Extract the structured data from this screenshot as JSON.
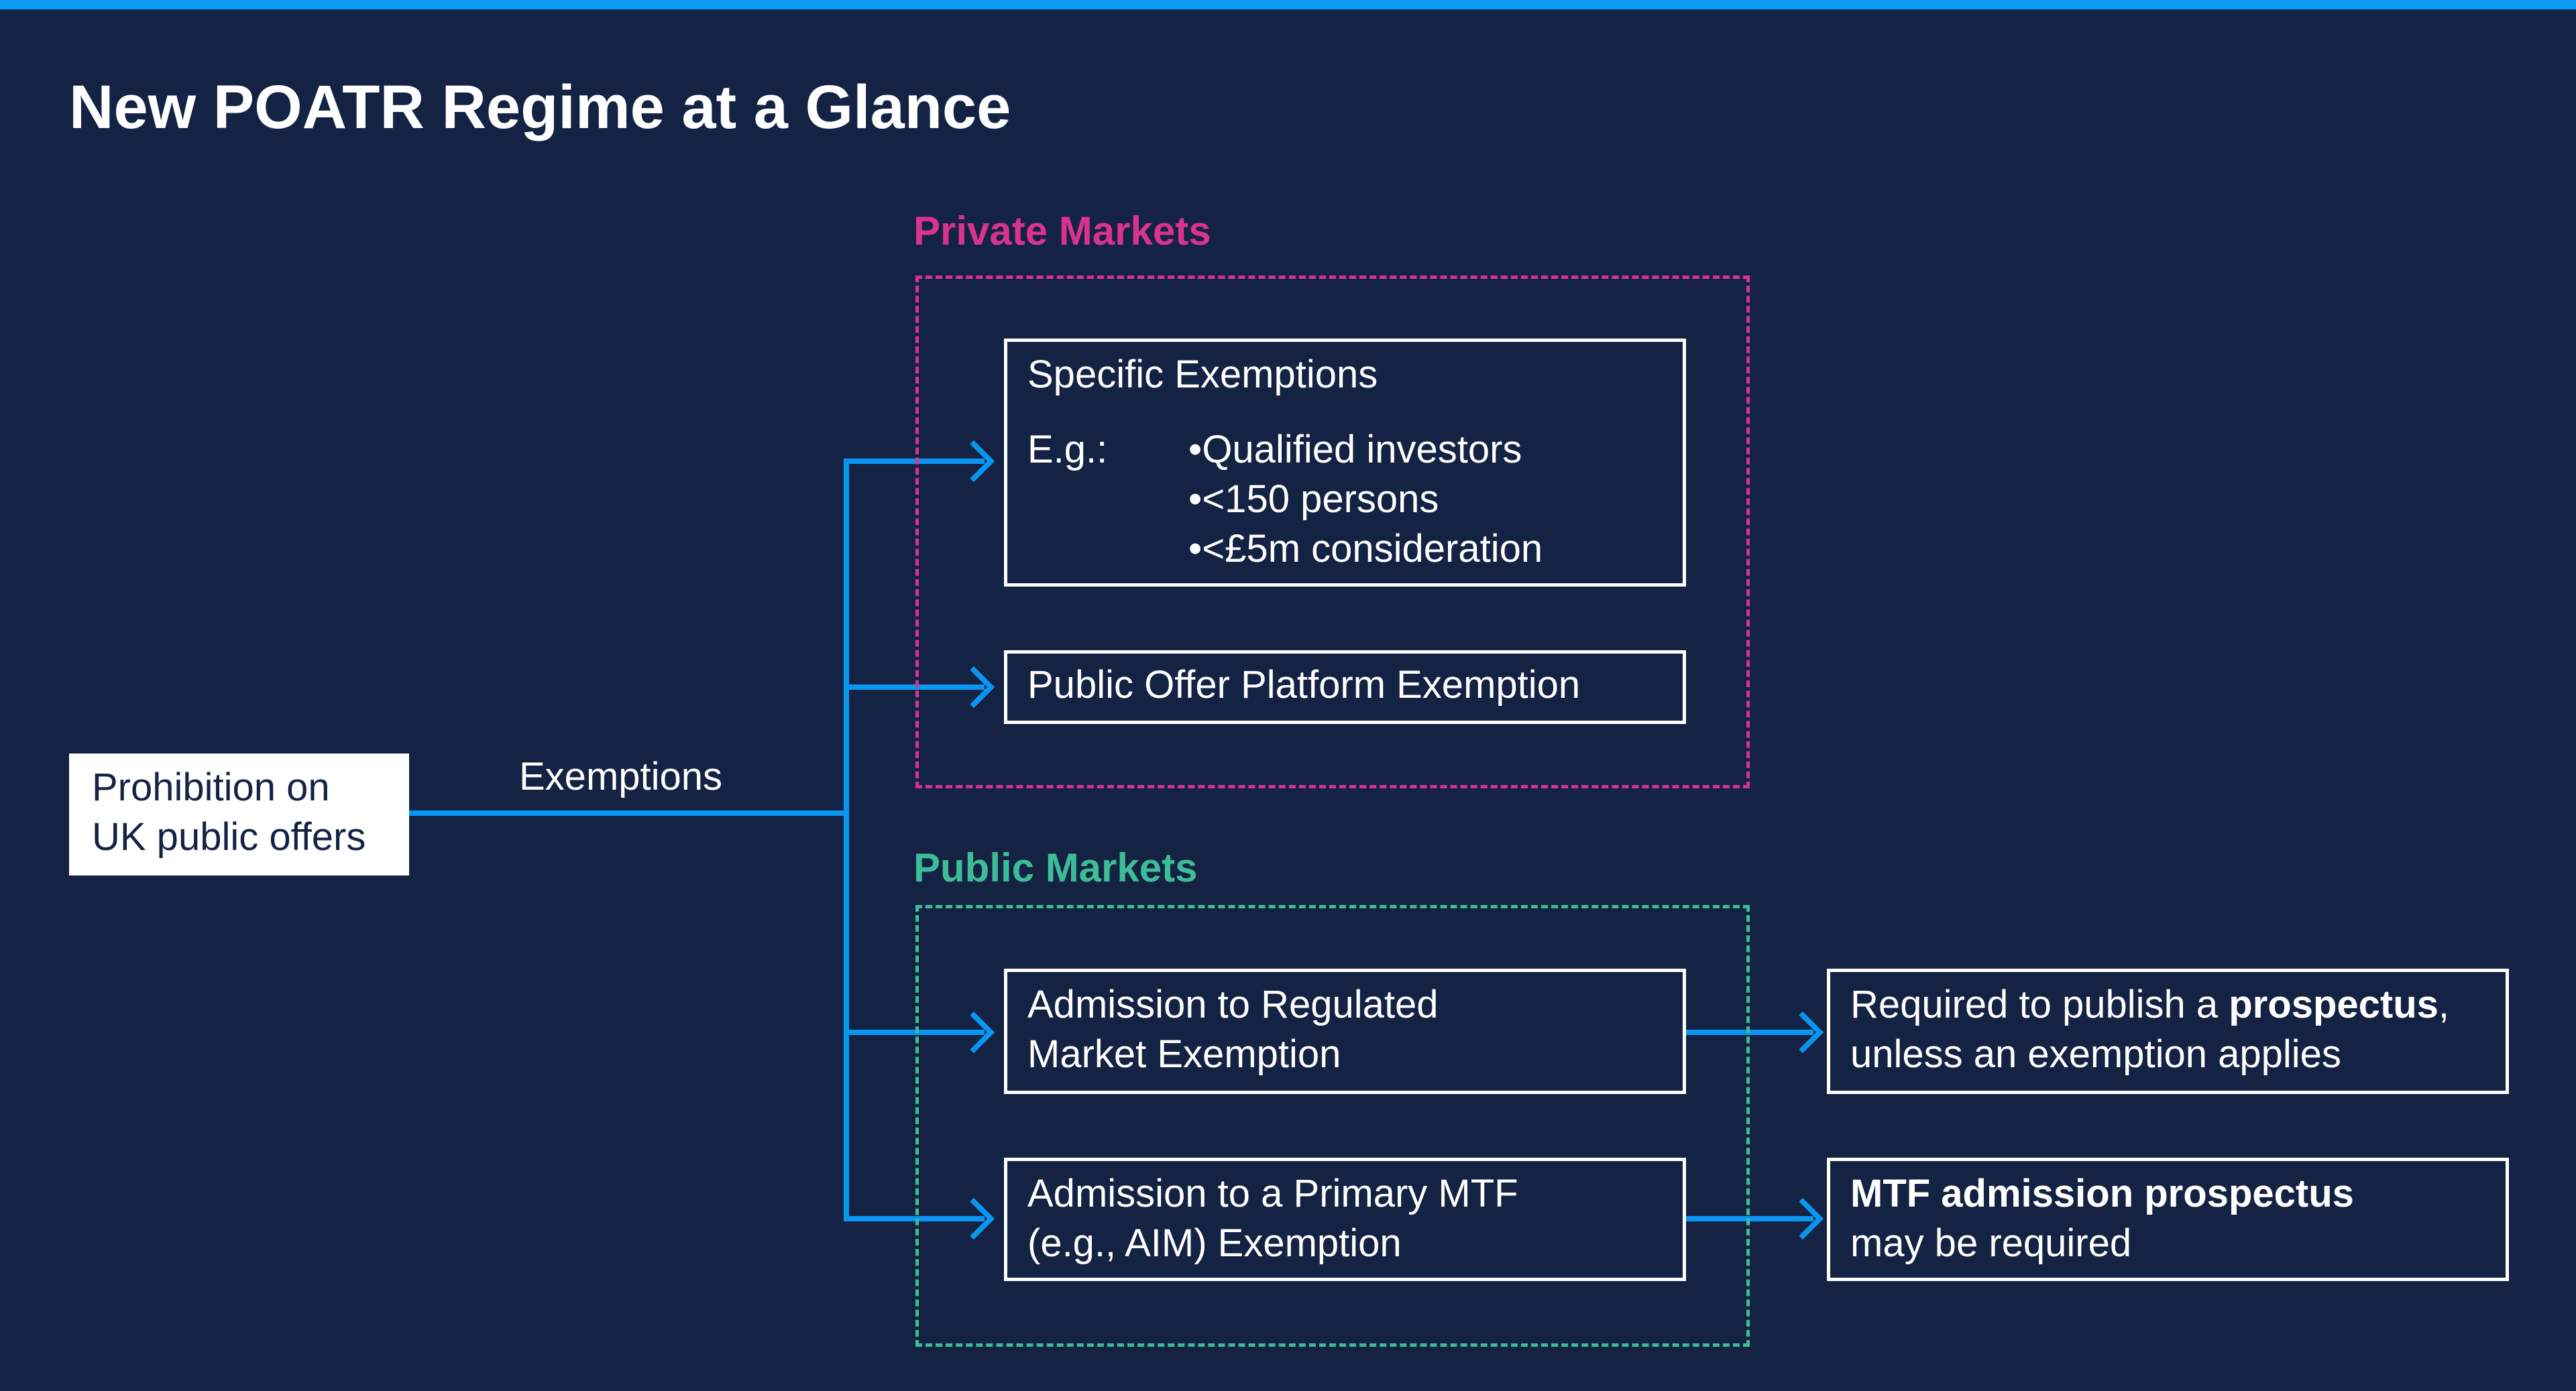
{
  "title": "New POATR Regime at a Glance",
  "colors": {
    "background": "#142244",
    "accent_blue": "#0a96f0",
    "private_pink": "#d9338f",
    "public_teal": "#3dbd97"
  },
  "source_node": {
    "line1": "Prohibition on",
    "line2": "UK public offers"
  },
  "connector_label": "Exemptions",
  "private_markets": {
    "label": "Private Markets",
    "specific_exemptions": {
      "title": "Specific Exemptions",
      "eg_label": "E.g.:",
      "items": [
        "Qualified investors",
        "<150 persons",
        "<£5m consideration"
      ]
    },
    "public_offer_platform": "Public Offer Platform Exemption"
  },
  "public_markets": {
    "label": "Public Markets",
    "regulated_market": {
      "line1": "Admission to Regulated",
      "line2": "Market Exemption",
      "outcome": {
        "pre": "Required to publish a ",
        "bold": "prospectus",
        "post": ",",
        "line2": "unless an exemption applies"
      }
    },
    "primary_mtf": {
      "line1": "Admission to a Primary MTF",
      "line2": "(e.g., AIM) Exemption",
      "outcome": {
        "bold": "MTF admission prospectus",
        "line2": "may be required"
      }
    }
  }
}
